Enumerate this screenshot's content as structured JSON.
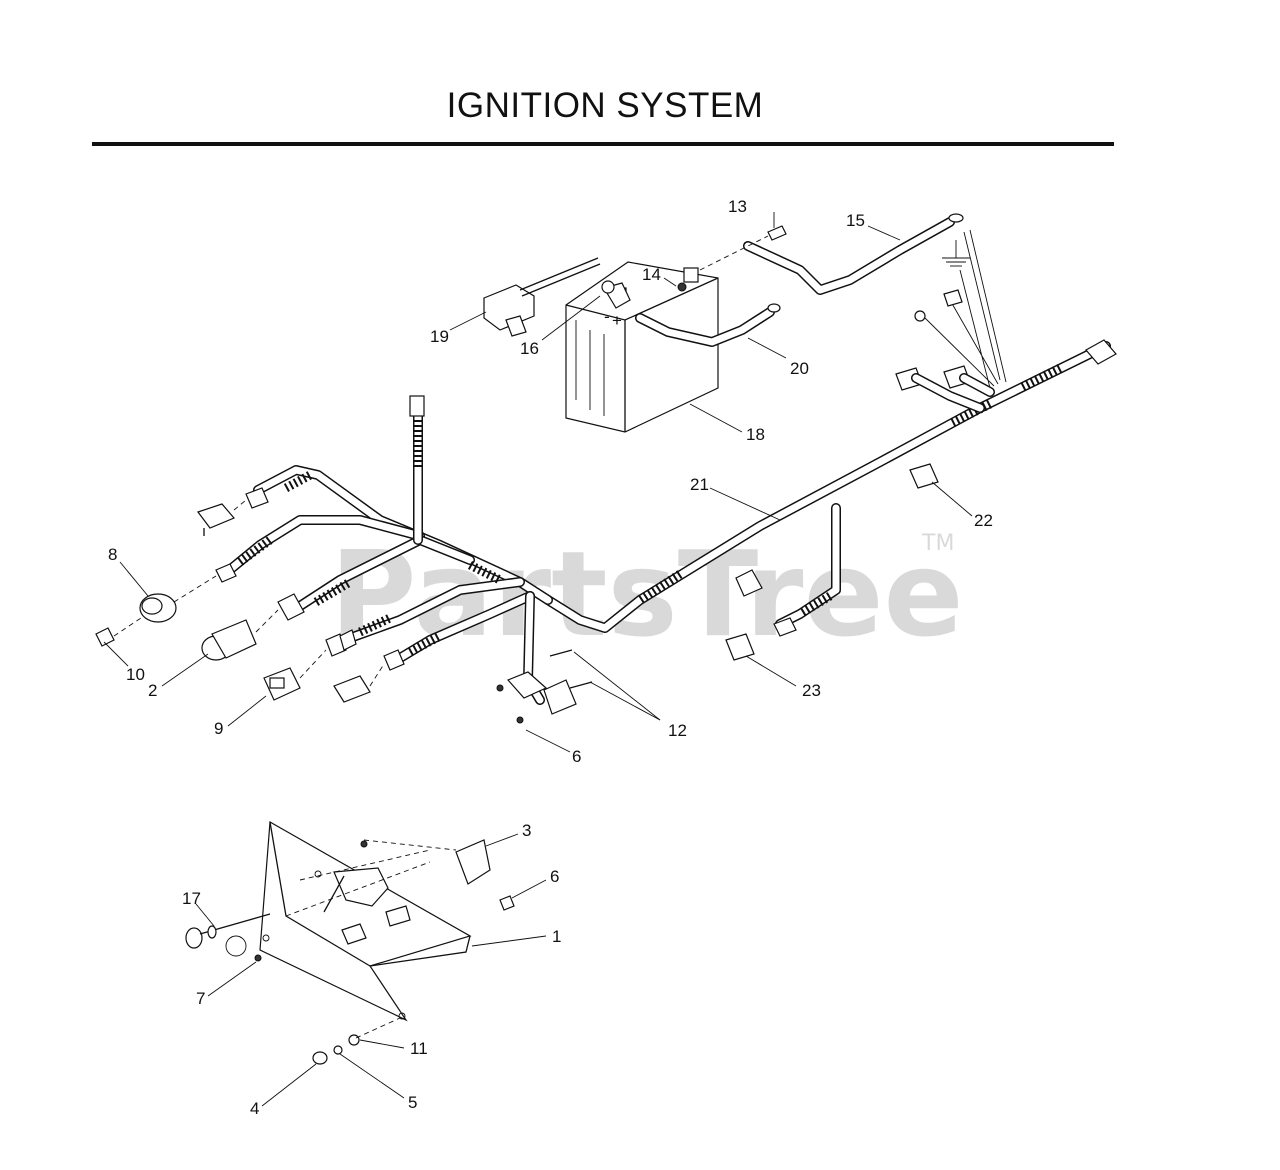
{
  "title": "IGNITION SYSTEM",
  "watermark": {
    "text": "PartsTree",
    "tm": "TM"
  },
  "callouts": {
    "c1": "1",
    "c2": "2",
    "c3": "3",
    "c4": "4",
    "c5": "5",
    "c6a": "6",
    "c6b": "6",
    "c7": "7",
    "c8": "8",
    "c9": "9",
    "c10": "10",
    "c11": "11",
    "c12": "12",
    "c13": "13",
    "c14": "14",
    "c15": "15",
    "c16": "16",
    "c17": "17",
    "c18": "18",
    "c19": "19",
    "c20": "20",
    "c21": "21",
    "c22": "22",
    "c23": "23"
  },
  "battery_markings": {
    "minus": "-",
    "plus": "+"
  },
  "colors": {
    "ink": "#111111",
    "watermark": "#d9d9d9",
    "background": "#ffffff"
  }
}
